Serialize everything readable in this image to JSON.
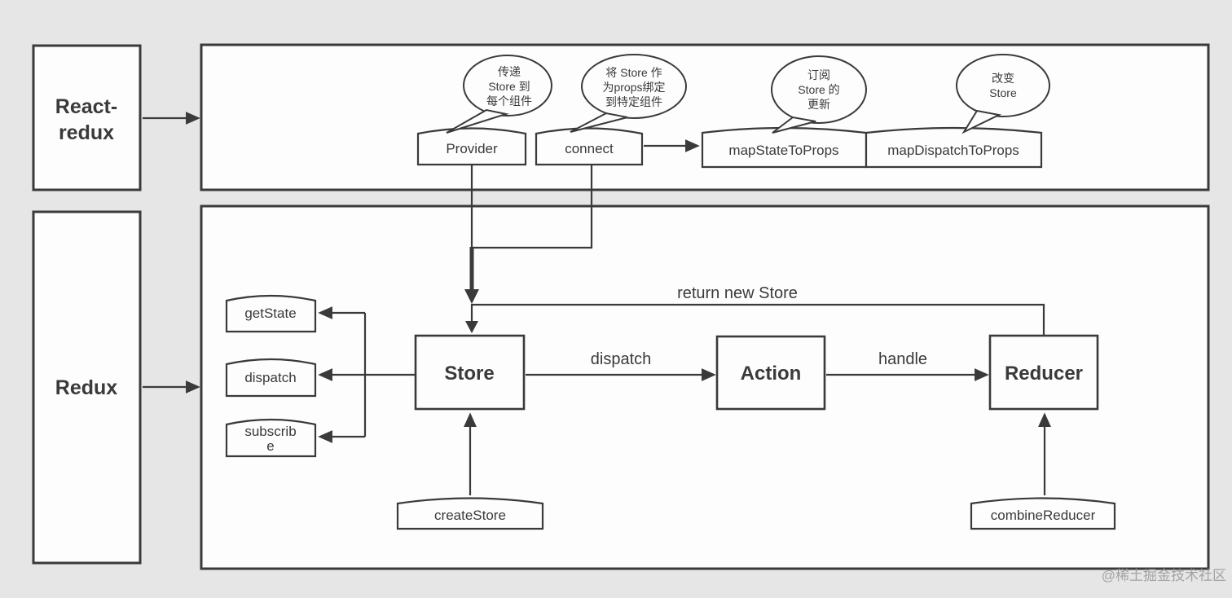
{
  "colors": {
    "background": "#e6e6e6",
    "stroke": "#3a3a3a",
    "node_fill": "#fdfdfd",
    "watermark": "#8f9398"
  },
  "left_column": {
    "react_redux": {
      "line1": "React-",
      "line2": "redux"
    },
    "redux": "Redux"
  },
  "react_redux_layer": {
    "bubble_provider": {
      "line1": "传递",
      "line2": "Store 到",
      "line3": "每个组件"
    },
    "bubble_connect": {
      "line1": "将 Store 作",
      "line2": "为props绑定",
      "line3": "到特定组件"
    },
    "bubble_map_state": {
      "line1": "订阅",
      "line2": "Store 的",
      "line3": "更新"
    },
    "bubble_map_dispatch": {
      "line1": "改变",
      "line2": "Store"
    },
    "provider": "Provider",
    "connect": "connect",
    "map_state_to_props": "mapStateToProps",
    "map_dispatch_to_props": "mapDispatchToProps"
  },
  "redux_layer": {
    "get_state": "getState",
    "dispatch_method": "dispatch",
    "subscribe": {
      "line1": "subscrib",
      "line2": "e"
    },
    "store": "Store",
    "action": "Action",
    "reducer": "Reducer",
    "create_store": "createStore",
    "combine_reducer": "combineReducer",
    "label_dispatch": "dispatch",
    "label_handle": "handle",
    "label_return": "return new Store"
  },
  "watermark": "@稀土掘金技术社区"
}
